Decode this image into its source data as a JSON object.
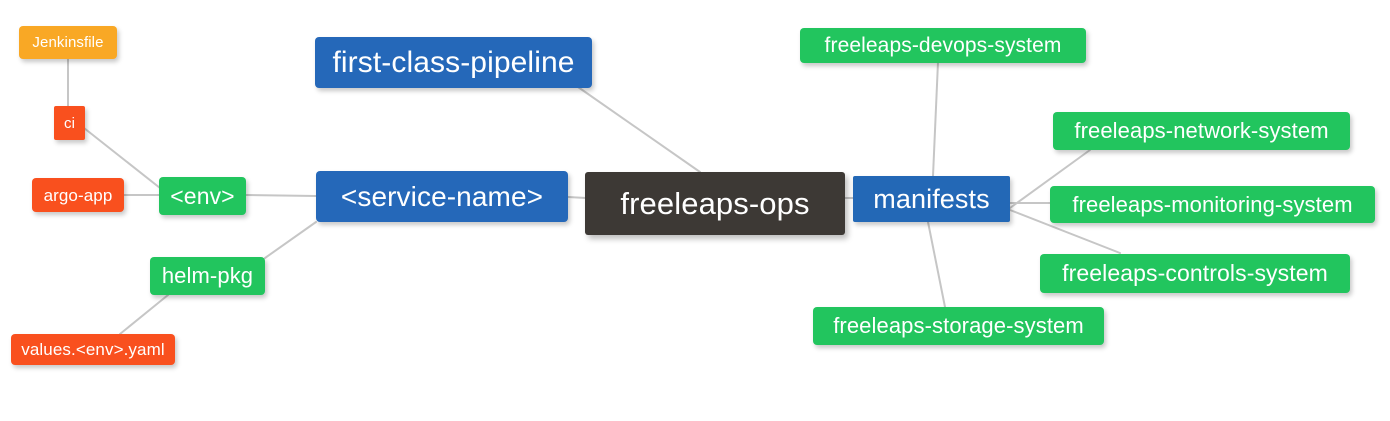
{
  "diagram": {
    "type": "mindmap",
    "title": "freeleaps-ops",
    "background": "#ffffff",
    "edge_color": "#c6c6c6",
    "palette": {
      "root_dark": "#3d3935",
      "blue": "#2568b9",
      "green": "#22c55e",
      "orange": "#f9a825",
      "red": "#f9501e",
      "text": "#ffffff"
    }
  },
  "nodes": {
    "root": {
      "label": "freeleaps-ops",
      "color": "#3d3935"
    },
    "first_class_pipeline": {
      "label": "first-class-pipeline",
      "color": "#2568b9"
    },
    "service_name": {
      "label": "<service-name>",
      "color": "#2568b9"
    },
    "env": {
      "label": "<env>",
      "color": "#22c55e"
    },
    "ci": {
      "label": "ci",
      "color": "#f9501e"
    },
    "jenkinsfile": {
      "label": "Jenkinsfile",
      "color": "#f9a825"
    },
    "argo_app": {
      "label": "argo-app",
      "color": "#f9501e"
    },
    "helm_pkg": {
      "label": "helm-pkg",
      "color": "#22c55e"
    },
    "values_yaml": {
      "label": "values.<env>.yaml",
      "color": "#f9501e"
    },
    "manifests": {
      "label": "manifests",
      "color": "#2568b9"
    },
    "devops_system": {
      "label": "freeleaps-devops-system",
      "color": "#22c55e"
    },
    "network_system": {
      "label": "freeleaps-network-system",
      "color": "#22c55e"
    },
    "monitoring_system": {
      "label": "freeleaps-monitoring-system",
      "color": "#22c55e"
    },
    "controls_system": {
      "label": "freeleaps-controls-system",
      "color": "#22c55e"
    },
    "storage_system": {
      "label": "freeleaps-storage-system",
      "color": "#22c55e"
    }
  },
  "edges": [
    {
      "from": "root",
      "to": "first_class_pipeline"
    },
    {
      "from": "root",
      "to": "service_name"
    },
    {
      "from": "root",
      "to": "manifests"
    },
    {
      "from": "service_name",
      "to": "env"
    },
    {
      "from": "service_name",
      "to": "helm_pkg"
    },
    {
      "from": "env",
      "to": "ci"
    },
    {
      "from": "env",
      "to": "argo_app"
    },
    {
      "from": "ci",
      "to": "jenkinsfile"
    },
    {
      "from": "helm_pkg",
      "to": "values_yaml"
    },
    {
      "from": "manifests",
      "to": "devops_system"
    },
    {
      "from": "manifests",
      "to": "network_system"
    },
    {
      "from": "manifests",
      "to": "monitoring_system"
    },
    {
      "from": "manifests",
      "to": "controls_system"
    },
    {
      "from": "manifests",
      "to": "storage_system"
    }
  ]
}
